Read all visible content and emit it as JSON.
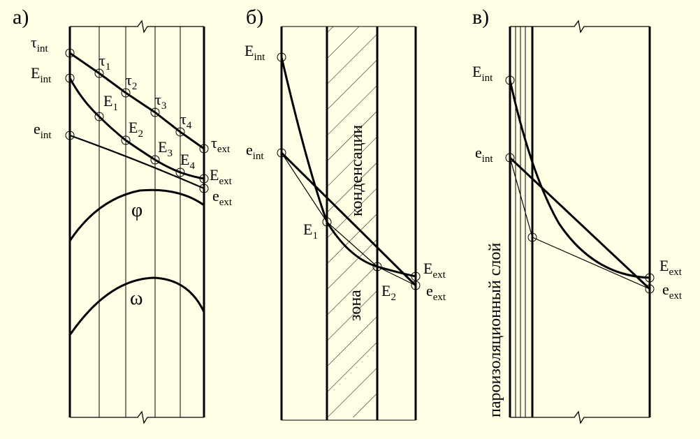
{
  "panels": {
    "a": {
      "label": "а)",
      "points": {
        "tau_int": {
          "base": "τ",
          "sub": "int"
        },
        "tau_1": {
          "base": "τ",
          "sub": "1"
        },
        "tau_2": {
          "base": "τ",
          "sub": "2"
        },
        "tau_3": {
          "base": "τ",
          "sub": "3"
        },
        "tau_4": {
          "base": "τ",
          "sub": "4"
        },
        "tau_ext": {
          "base": "τ",
          "sub": "ext"
        },
        "E_int": {
          "base": "E",
          "sub": "int"
        },
        "E_1": {
          "base": "E",
          "sub": "1"
        },
        "E_2": {
          "base": "E",
          "sub": "2"
        },
        "E_3": {
          "base": "E",
          "sub": "3"
        },
        "E_4": {
          "base": "E",
          "sub": "4"
        },
        "E_ext": {
          "base": "E",
          "sub": "ext"
        },
        "e_int": {
          "base": "e",
          "sub": "int"
        },
        "e_ext": {
          "base": "e",
          "sub": "ext"
        }
      },
      "phi": "φ",
      "omega": "ω"
    },
    "b": {
      "label": "б)",
      "zone_top": "конденсации",
      "zone_bottom": "зона",
      "points": {
        "E_int": {
          "base": "E",
          "sub": "int"
        },
        "e_int": {
          "base": "e",
          "sub": "int"
        },
        "E_1": {
          "base": "E",
          "sub": "1"
        },
        "E_2": {
          "base": "E",
          "sub": "2"
        },
        "E_ext": {
          "base": "E",
          "sub": "ext"
        },
        "e_ext": {
          "base": "e",
          "sub": "ext"
        }
      }
    },
    "c": {
      "label": "в)",
      "vapor_layer": "пароизоляционный слой",
      "points": {
        "E_int": {
          "base": "E",
          "sub": "int"
        },
        "e_int": {
          "base": "e",
          "sub": "int"
        },
        "E_ext": {
          "base": "E",
          "sub": "ext"
        },
        "e_ext": {
          "base": "e",
          "sub": "ext"
        }
      }
    }
  }
}
